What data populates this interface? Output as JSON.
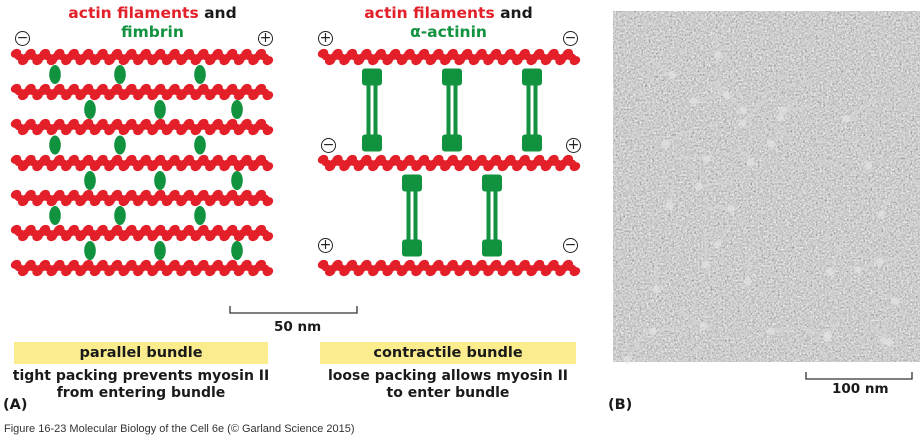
{
  "panel_a": {
    "label": "(A)",
    "left_title_red": "actin filaments",
    "left_title_and": " and",
    "left_title_green": "fimbrin",
    "right_title_red": "actin filaments",
    "right_title_and": " and",
    "right_title_green": "α-actinin",
    "scale_bar_label": "50 nm",
    "parallel_bundle_label": "parallel bundle",
    "parallel_bundle_caption_1": "tight packing prevents myosin II",
    "parallel_bundle_caption_2": "from entering bundle",
    "contractile_bundle_label": "contractile bundle",
    "contractile_bundle_caption_1": "loose packing allows myosin II",
    "contractile_bundle_caption_2": "to enter bundle",
    "minus_symbol": "−",
    "plus_symbol": "+"
  },
  "panel_b": {
    "label": "(B)",
    "scale_bar_label": "100 nm"
  },
  "footer": {
    "text": "Figure 16-23  Molecular Biology of the Cell 6e (© Garland Science 2015)"
  },
  "colors": {
    "actin": "#e3202a",
    "crosslinker": "#11923f",
    "highlight_bar": "#fbec8e"
  }
}
